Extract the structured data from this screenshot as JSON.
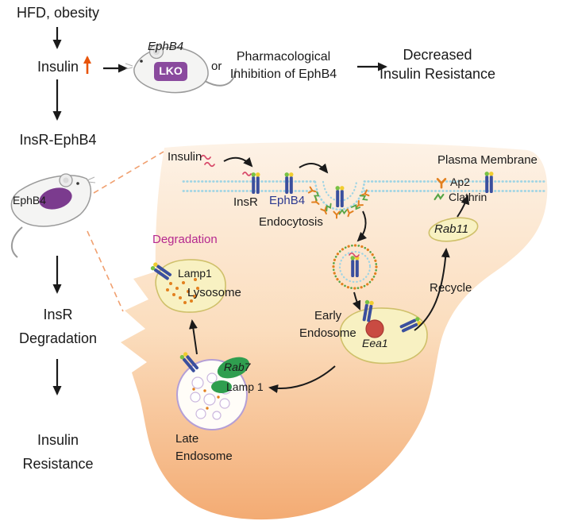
{
  "colors": {
    "accent_orange": "#e8540a",
    "liver_purple": "#7b3b8e",
    "lko_purple": "#8a4a9e",
    "magenta": "#b5288f",
    "ephb4_blue": "#2b3990",
    "membrane_blue": "#9fd4e4",
    "liver_top": "#fdf2e6",
    "liver_bottom": "#f3ab73",
    "ap2_orange": "#e2801f",
    "clathrin_green": "#56a546"
  },
  "left_flow": {
    "hfd": "HFD, obesity",
    "insulin": "Insulin",
    "insr_ephb4": "InsR-EphB4",
    "mouse_liver_label": "EphB4",
    "insr": "InsR",
    "degradation": "Degradation",
    "insulin2": "Insulin",
    "resistance": "Resistance"
  },
  "top_flow": {
    "ephb4_gene": "EphB4",
    "lko": "LKO",
    "or": "or",
    "pharm_line1": "Pharmacological",
    "pharm_line2": "Inhibition of EphB4",
    "outcome_line1": "Decreased",
    "outcome_line2": "Insulin Resistance"
  },
  "cell": {
    "insulin": "Insulin",
    "plasma_membrane": "Plasma Membrane",
    "insr": "InsR",
    "ephb4": "EphB4",
    "ap2": "Ap2",
    "clathrin": "Clathrin",
    "endocytosis": "Endocytosis",
    "rab11": "Rab11",
    "recycle": "Recycle",
    "degradation": "Degradation",
    "lamp1_lysosome": "Lamp1",
    "lysosome": "Lysosome",
    "early_line1": "Early",
    "early_line2": "Endosome",
    "eea1": "Eea1",
    "rab7": "Rab7",
    "lamp1_late": "Lamp 1",
    "late_line1": "Late",
    "late_line2": "Endosome"
  }
}
